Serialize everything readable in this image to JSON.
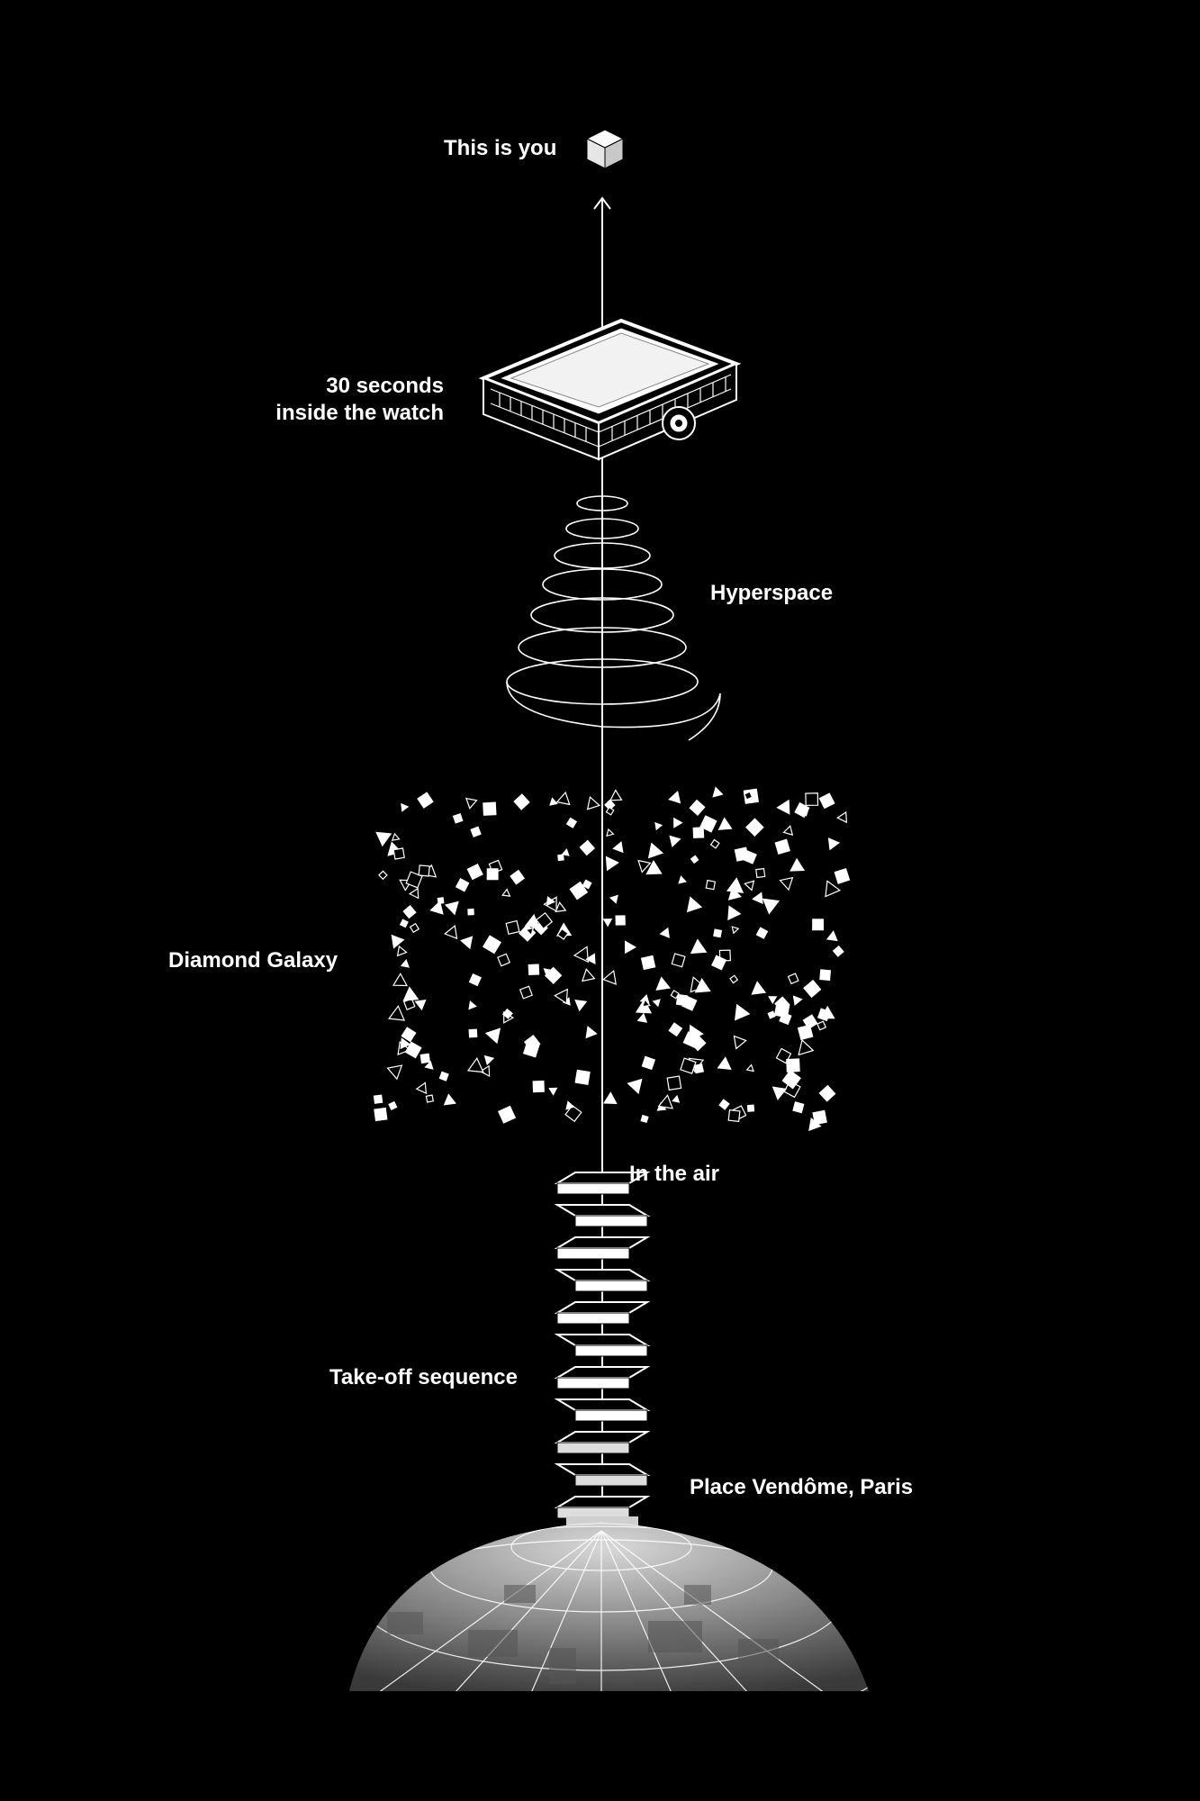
{
  "labels": {
    "you": "This is you",
    "watch_line1": "30 seconds",
    "watch_line2": "inside the watch",
    "hyperspace": "Hyperspace",
    "galaxy": "Diamond Galaxy",
    "air": "In the air",
    "takeoff": "Take-off sequence",
    "place": "Place Vendôme, Paris"
  },
  "icons": [
    "cube-icon",
    "arrow-up-icon",
    "watch-icon",
    "spiral-icon",
    "diamond-icon",
    "column-icon",
    "globe-icon"
  ],
  "colors": {
    "background": "#000000",
    "foreground": "#ffffff"
  }
}
